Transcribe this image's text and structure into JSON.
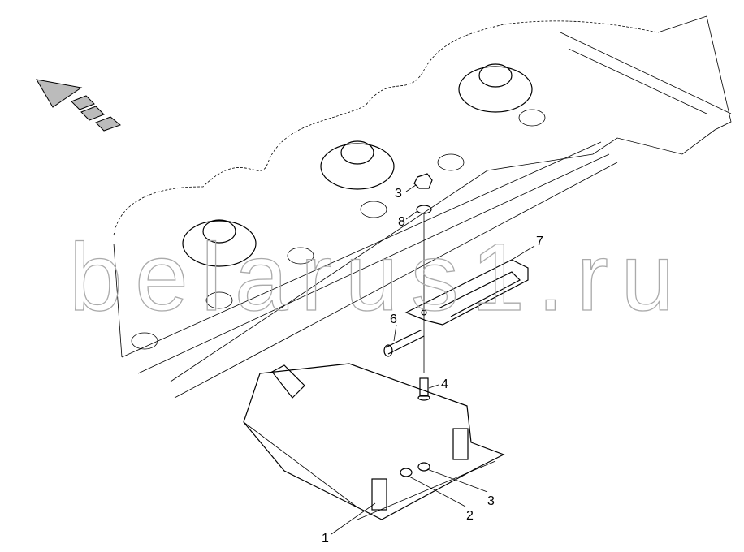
{
  "watermark": "belarus1.ru",
  "callouts": {
    "c1": "1",
    "c2": "2",
    "c3a": "3",
    "c3b": "3",
    "c4": "4",
    "c6": "6",
    "c7": "7",
    "c8": "8"
  }
}
